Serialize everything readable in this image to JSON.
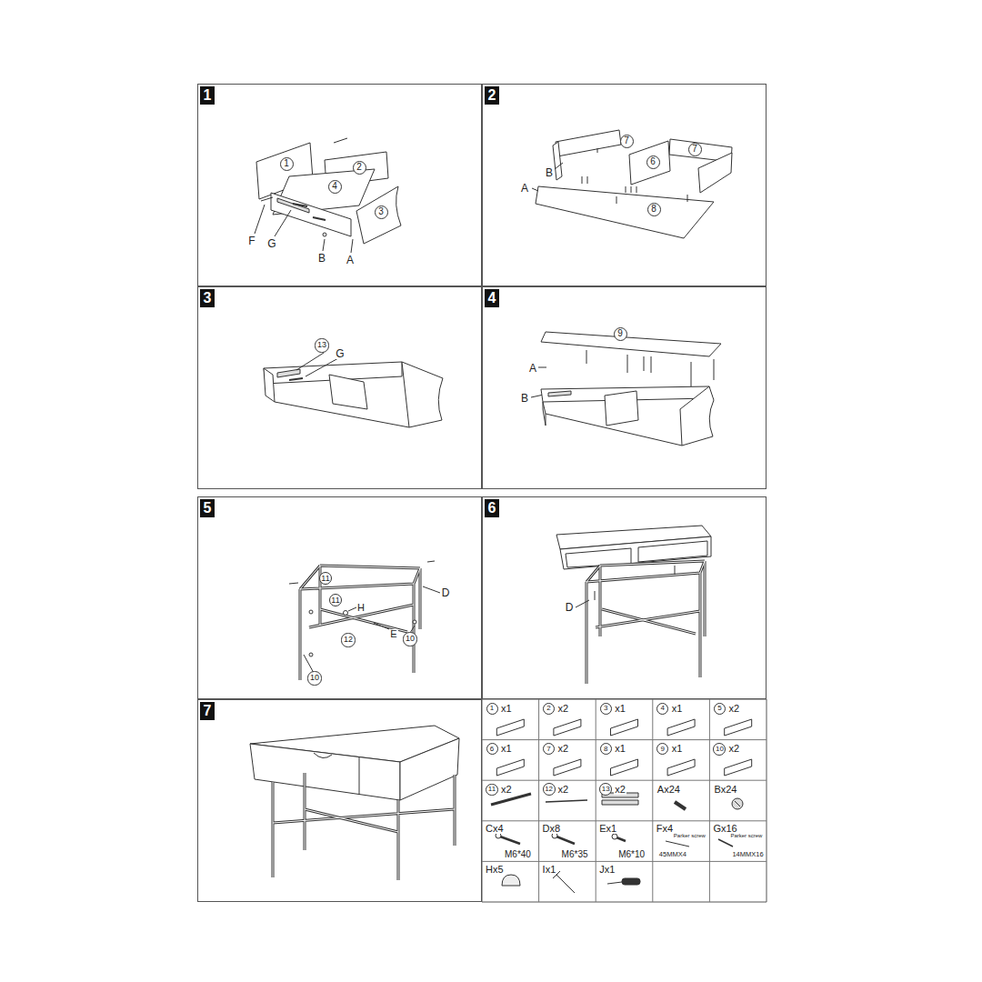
{
  "diagram": {
    "nodes": [
      {
        "text": [
          "1"
        ]
      },
      {
        "text": [
          "2"
        ]
      },
      {
        "text": [
          "3"
        ]
      },
      {
        "text": [
          "4"
        ]
      },
      {
        "text": [
          "5"
        ]
      },
      {
        "text": [
          "6"
        ]
      },
      {
        "text": [
          "7"
        ]
      }
    ],
    "labels": [
      "1",
      "2",
      "4",
      "3",
      "F",
      "G",
      "B",
      "A",
      "7",
      "6",
      "7",
      "8",
      "B",
      "A",
      "13",
      "G",
      "9",
      "A",
      "B",
      "11",
      "11",
      "H",
      "D",
      "E",
      "12",
      "10",
      "10",
      "D",
      "1",
      "x1",
      "2",
      "x2",
      "3",
      "x1",
      "4",
      "x1",
      "5",
      "x2",
      "6",
      "x1",
      "7",
      "x2",
      "8",
      "x1",
      "9",
      "x1",
      "10",
      "x2",
      "11",
      "x2",
      "12",
      "x2",
      "13",
      "x2",
      "Ax24",
      "Bx24",
      "Cx4",
      "M6*40",
      "Dx8",
      "M6*35",
      "Ex1",
      "M6*10",
      "Fx4",
      "Parker screw",
      "45MMX4",
      "Gx16",
      "Parker screw",
      "14MMX16",
      "Hx5",
      "Ix1",
      "Jx1"
    ]
  }
}
